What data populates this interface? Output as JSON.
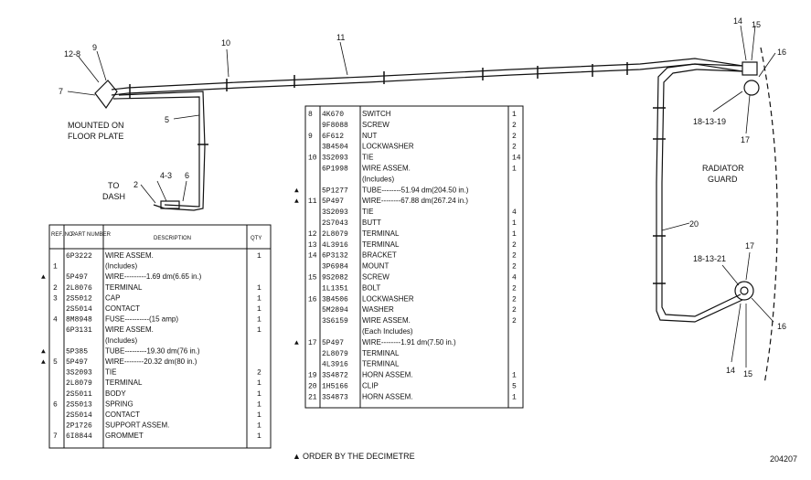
{
  "diagram": {
    "callouts": [
      "12-8",
      "9",
      "7",
      "10",
      "11",
      "5",
      "2",
      "4-3",
      "6",
      "14",
      "15",
      "16",
      "18-13-19",
      "17",
      "20",
      "18-13-21",
      "17",
      "16",
      "14",
      "15"
    ],
    "notes": {
      "mounted": [
        "MOUNTED ON",
        "FLOOR PLATE"
      ],
      "dash": [
        "TO",
        "DASH"
      ],
      "radiator": [
        "RADIATOR",
        "GUARD"
      ]
    },
    "figure_number": "204207",
    "footnote": "ORDER BY THE DECIMETRE"
  },
  "table_left": {
    "headers": {
      "ref": "REF. NO.",
      "part": "PART NUMBER",
      "desc": "DESCRIPTION",
      "qty": "QTY"
    },
    "rows": [
      {
        "mark": "",
        "ref": "",
        "part": "6P3222",
        "desc": "WIRE ASSEM.",
        "qty": "1"
      },
      {
        "mark": "",
        "ref": "1",
        "part": "",
        "desc": "(Includes)",
        "qty": ""
      },
      {
        "mark": "▲",
        "ref": "",
        "part": "5P497",
        "desc": "WIRE---------1.69 dm(6.65 in.)",
        "qty": ""
      },
      {
        "mark": "",
        "ref": "2",
        "part": "2L8076",
        "desc": "TERMINAL",
        "qty": "1"
      },
      {
        "mark": "",
        "ref": "3",
        "part": "2S5012",
        "desc": "CAP",
        "qty": "1"
      },
      {
        "mark": "",
        "ref": "",
        "part": "2S5014",
        "desc": "CONTACT",
        "qty": "1"
      },
      {
        "mark": "",
        "ref": "4",
        "part": "8M8948",
        "desc": "FUSE----------(15 amp)",
        "qty": "1"
      },
      {
        "mark": "",
        "ref": "",
        "part": "6P3131",
        "desc": "WIRE ASSEM.",
        "qty": "1"
      },
      {
        "mark": "",
        "ref": "",
        "part": "",
        "desc": "(Includes)",
        "qty": ""
      },
      {
        "mark": "▲",
        "ref": "",
        "part": "5P385",
        "desc": "TUBE---------19.30 dm(76 in.)",
        "qty": ""
      },
      {
        "mark": "▲",
        "ref": "5",
        "part": "5P497",
        "desc": "WIRE--------20.32 dm(80 in.)",
        "qty": ""
      },
      {
        "mark": "",
        "ref": "",
        "part": "3S2093",
        "desc": "TIE",
        "qty": "2"
      },
      {
        "mark": "",
        "ref": "",
        "part": "2L8079",
        "desc": "TERMINAL",
        "qty": "1"
      },
      {
        "mark": "",
        "ref": "",
        "part": "2S5011",
        "desc": "BODY",
        "qty": "1"
      },
      {
        "mark": "",
        "ref": "6",
        "part": "2S5013",
        "desc": "SPRING",
        "qty": "1"
      },
      {
        "mark": "",
        "ref": "",
        "part": "2S5014",
        "desc": "CONTACT",
        "qty": "1"
      },
      {
        "mark": "",
        "ref": "",
        "part": "2P1726",
        "desc": "SUPPORT ASSEM.",
        "qty": "1"
      },
      {
        "mark": "",
        "ref": "7",
        "part": "6I8844",
        "desc": "GROMMET",
        "qty": "1"
      }
    ]
  },
  "table_right": {
    "rows": [
      {
        "mark": "",
        "ref": "8",
        "part": "4K670",
        "desc": "SWITCH",
        "qty": "1"
      },
      {
        "mark": "",
        "ref": "",
        "part": "9F8088",
        "desc": "SCREW",
        "qty": "2"
      },
      {
        "mark": "",
        "ref": "9",
        "part": "6F612",
        "desc": "NUT",
        "qty": "2"
      },
      {
        "mark": "",
        "ref": "",
        "part": "3B4504",
        "desc": "LOCKWASHER",
        "qty": "2"
      },
      {
        "mark": "",
        "ref": "10",
        "part": "3S2093",
        "desc": "TIE",
        "qty": "14"
      },
      {
        "mark": "",
        "ref": "",
        "part": "6P1998",
        "desc": "WIRE ASSEM.",
        "qty": "1"
      },
      {
        "mark": "",
        "ref": "",
        "part": "",
        "desc": "(Includes)",
        "qty": ""
      },
      {
        "mark": "▲",
        "ref": "",
        "part": "5P1277",
        "desc": "TUBE--------51.94 dm(204.50 in.)",
        "qty": ""
      },
      {
        "mark": "▲",
        "ref": "11",
        "part": "5P497",
        "desc": "WIRE--------67.88 dm(267.24 in.)",
        "qty": ""
      },
      {
        "mark": "",
        "ref": "",
        "part": "3S2093",
        "desc": "TIE",
        "qty": "4"
      },
      {
        "mark": "",
        "ref": "",
        "part": "2S7043",
        "desc": "BUTT",
        "qty": "1"
      },
      {
        "mark": "",
        "ref": "12",
        "part": "2L8079",
        "desc": "TERMINAL",
        "qty": "1"
      },
      {
        "mark": "",
        "ref": "13",
        "part": "4L3916",
        "desc": "TERMINAL",
        "qty": "2"
      },
      {
        "mark": "",
        "ref": "14",
        "part": "6P3132",
        "desc": "BRACKET",
        "qty": "2"
      },
      {
        "mark": "",
        "ref": "",
        "part": "3P6984",
        "desc": "MOUNT",
        "qty": "2"
      },
      {
        "mark": "",
        "ref": "15",
        "part": "9S2082",
        "desc": "SCREW",
        "qty": "4"
      },
      {
        "mark": "",
        "ref": "",
        "part": "1L1351",
        "desc": "BOLT",
        "qty": "2"
      },
      {
        "mark": "",
        "ref": "16",
        "part": "3B4506",
        "desc": "LOCKWASHER",
        "qty": "2"
      },
      {
        "mark": "",
        "ref": "",
        "part": "5M2894",
        "desc": "WASHER",
        "qty": "2"
      },
      {
        "mark": "",
        "ref": "",
        "part": "3S6159",
        "desc": "WIRE ASSEM.",
        "qty": "2"
      },
      {
        "mark": "",
        "ref": "",
        "part": "",
        "desc": "(Each Includes)",
        "qty": ""
      },
      {
        "mark": "▲",
        "ref": "17",
        "part": "5P497",
        "desc": "WIRE--------1.91 dm(7.50 in.)",
        "qty": ""
      },
      {
        "mark": "",
        "ref": "",
        "part": "2L8079",
        "desc": "TERMINAL",
        "qty": ""
      },
      {
        "mark": "",
        "ref": "",
        "part": "4L3916",
        "desc": "TERMINAL",
        "qty": ""
      },
      {
        "mark": "",
        "ref": "19",
        "part": "3S4872",
        "desc": "HORN ASSEM.",
        "qty": "1"
      },
      {
        "mark": "",
        "ref": "20",
        "part": "1H5166",
        "desc": "CLIP",
        "qty": "5"
      },
      {
        "mark": "",
        "ref": "21",
        "part": "3S4873",
        "desc": "HORN ASSEM.",
        "qty": "1"
      }
    ]
  }
}
